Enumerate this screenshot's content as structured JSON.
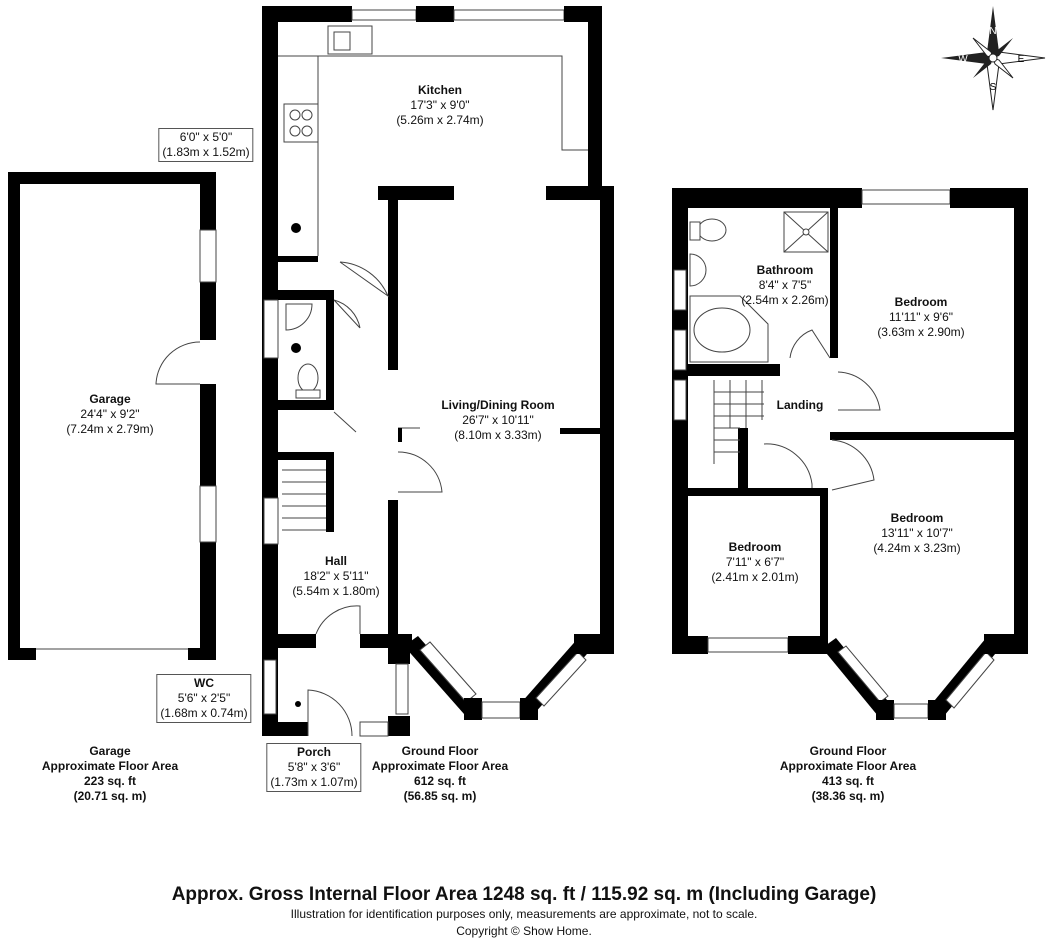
{
  "rooms": {
    "kitchen": {
      "name": "Kitchen",
      "imperial": "17'3\" x 9'0\"",
      "metric": "(5.26m x 2.74m)"
    },
    "store": {
      "imperial": "6'0\" x 5'0\"",
      "metric": "(1.83m x 1.52m)"
    },
    "garage": {
      "name": "Garage",
      "imperial": "24'4\" x 9'2\"",
      "metric": "(7.24m x 2.79m)"
    },
    "living": {
      "name": "Living/Dining Room",
      "imperial": "26'7\" x 10'11\"",
      "metric": "(8.10m x 3.33m)"
    },
    "hall": {
      "name": "Hall",
      "imperial": "18'2\" x 5'11\"",
      "metric": "(5.54m x 1.80m)"
    },
    "wc": {
      "name": "WC",
      "imperial": "5'6\" x 2'5\"",
      "metric": "(1.68m x 0.74m)"
    },
    "porch": {
      "name": "Porch",
      "imperial": "5'8\" x 3'6\"",
      "metric": "(1.73m x 1.07m)"
    },
    "bathroom": {
      "name": "Bathroom",
      "imperial": "8'4\" x 7'5\"",
      "metric": "(2.54m x 2.26m)"
    },
    "bedroom1": {
      "name": "Bedroom",
      "imperial": "11'11\" x 9'6\"",
      "metric": "(3.63m x 2.90m)"
    },
    "landing": {
      "name": "Landing"
    },
    "bedroom2": {
      "name": "Bedroom",
      "imperial": "7'11\" x 6'7\"",
      "metric": "(2.41m x 2.01m)"
    },
    "bedroom3": {
      "name": "Bedroom",
      "imperial": "13'11\" x 10'7\"",
      "metric": "(4.24m x 3.23m)"
    }
  },
  "areas": {
    "garage": {
      "line1": "Garage",
      "line2": "Approximate Floor Area",
      "line3": "223 sq. ft",
      "line4": "(20.71 sq. m)"
    },
    "ground": {
      "line1": "Ground Floor",
      "line2": "Approximate Floor Area",
      "line3": "612 sq. ft",
      "line4": "(56.85 sq. m)"
    },
    "upper": {
      "line1": "Ground Floor",
      "line2": "Approximate Floor Area",
      "line3": "413 sq. ft",
      "line4": "(38.36 sq. m)"
    }
  },
  "compass": {
    "n": "N",
    "s": "S",
    "e": "E",
    "w": "W"
  },
  "footer": {
    "gross": "Approx. Gross Internal Floor Area 1248 sq. ft / 115.92 sq. m (Including Garage)",
    "disclaimer": "Illustration for identification purposes only, measurements are approximate, not to scale.",
    "copyright": "Copyright © Show Home."
  }
}
